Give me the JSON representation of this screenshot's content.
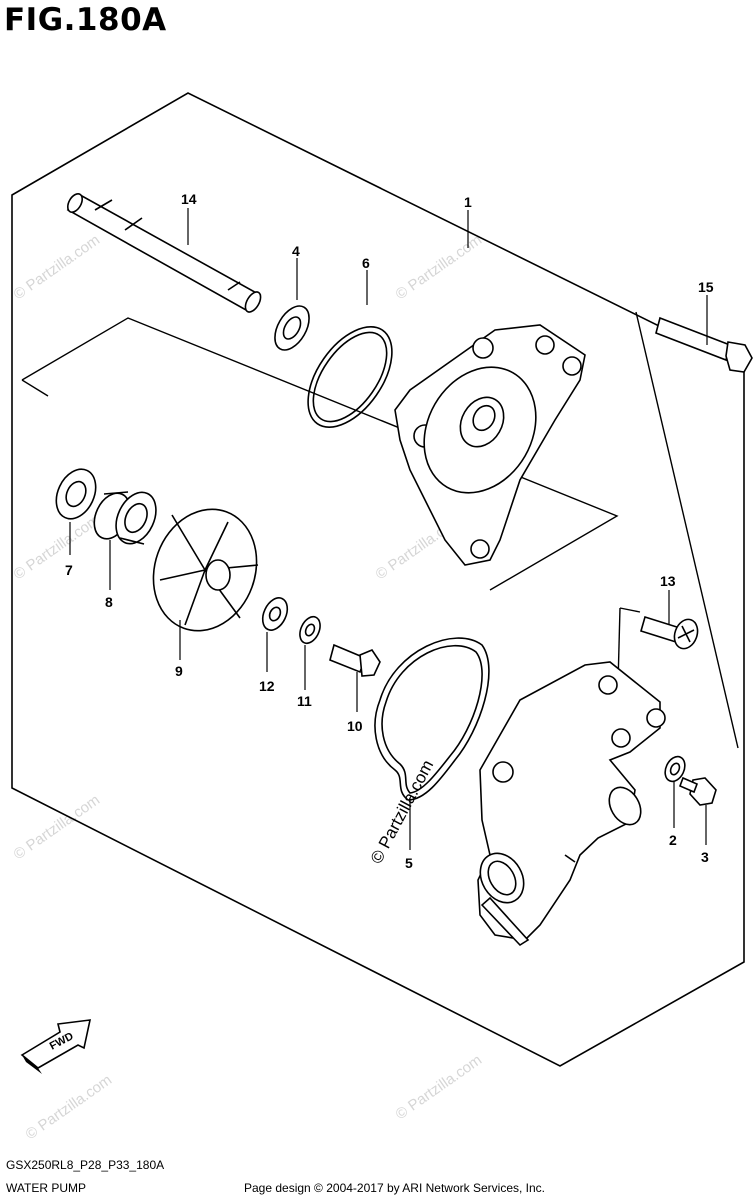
{
  "figure": {
    "title": "FIG.180A"
  },
  "callouts": [
    "1",
    "2",
    "3",
    "4",
    "5",
    "6",
    "7",
    "8",
    "9",
    "10",
    "11",
    "12",
    "13",
    "14",
    "15"
  ],
  "fwd_label": "FWD",
  "watermark": {
    "text": "© Partzilla.com",
    "center_text": "© Partzilla.com"
  },
  "footer": {
    "code": "GSX250RL8_P28_P33_180A",
    "name": "WATER PUMP",
    "copyright": "Page design © 2004-2017 by ARI Network Services, Inc."
  }
}
